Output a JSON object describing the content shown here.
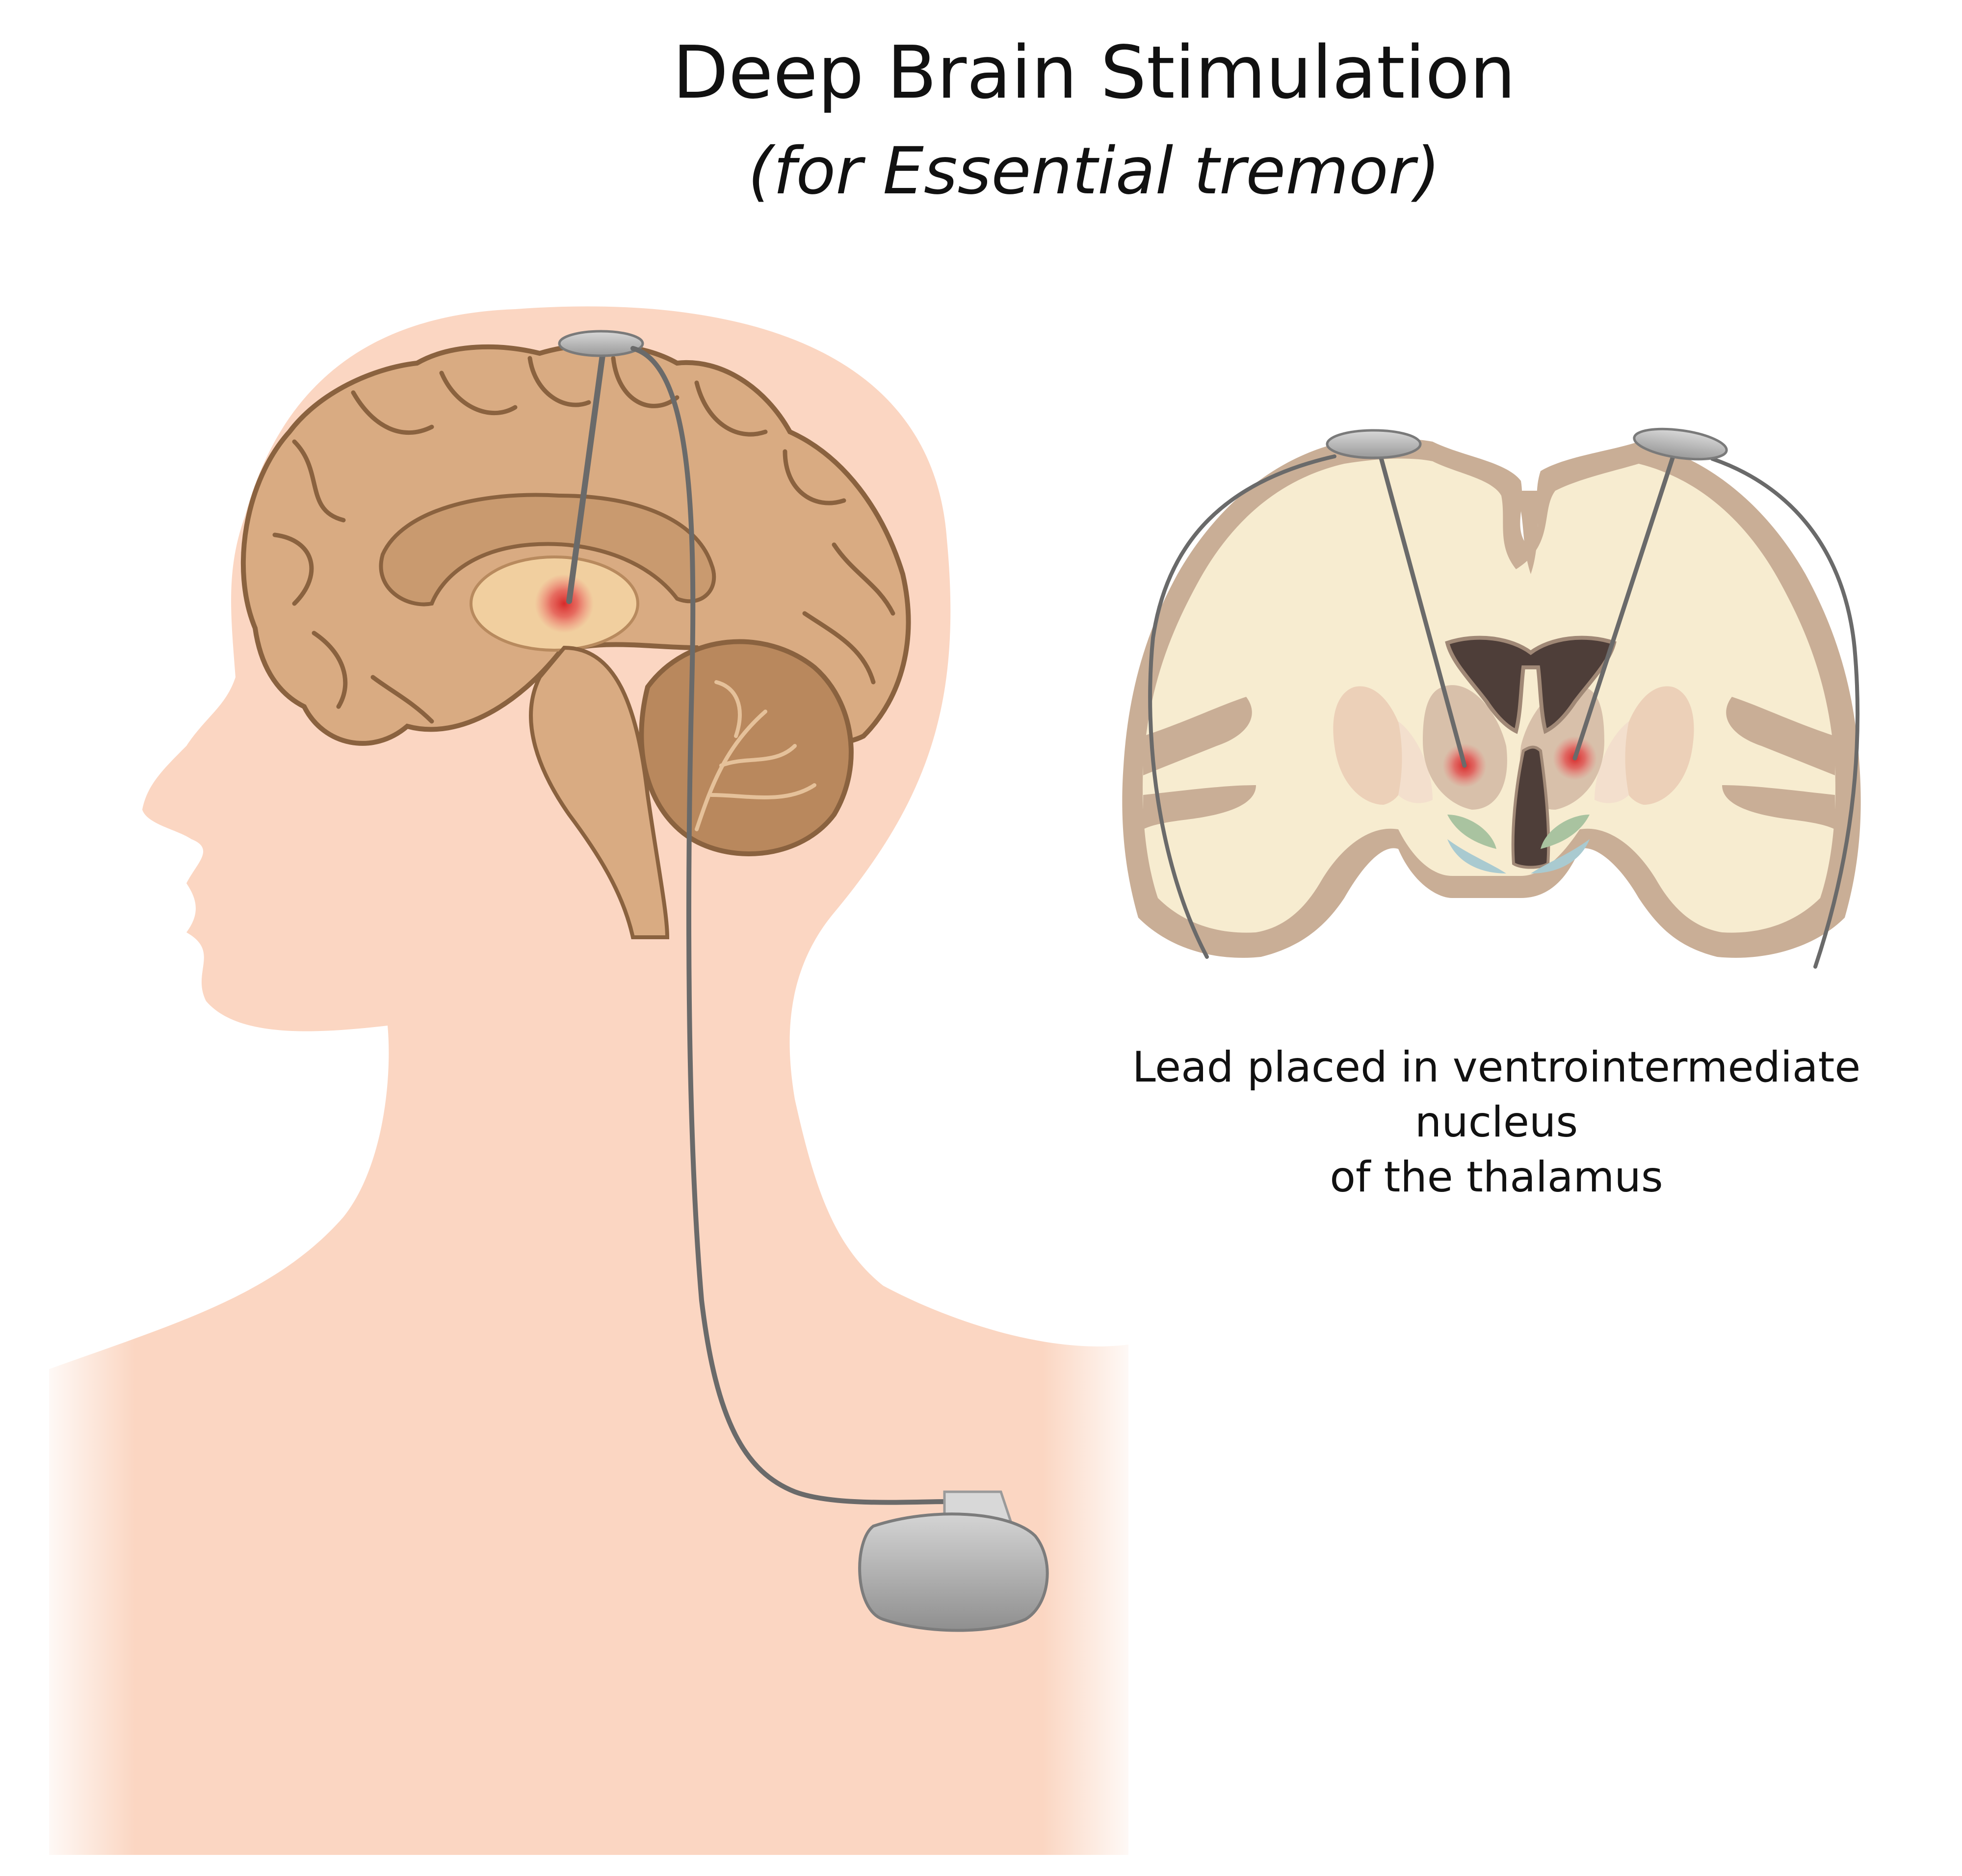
{
  "title": "Deep Brain Stimulation",
  "subtitle": "(for Essential tremor)",
  "caption": {
    "line1": "Lead placed in ventrointermediate nucleus",
    "line2": "of the thalamus"
  },
  "colors": {
    "skin": "#fbd6c2",
    "brain": "#d9ab82",
    "brain_outline": "#8a623f",
    "coronal_fill": "#f7ecd0",
    "coronal_outline": "#c9ae96",
    "ventricle": "#4e3e39",
    "device": "#b6b6b6",
    "lead": "#6a6a6a",
    "stim_point": "#d62a2a"
  },
  "icons": [
    "pulse-generator-icon",
    "lead-wire-icon",
    "burr-hole-cap-icon",
    "stimulation-point-icon"
  ]
}
